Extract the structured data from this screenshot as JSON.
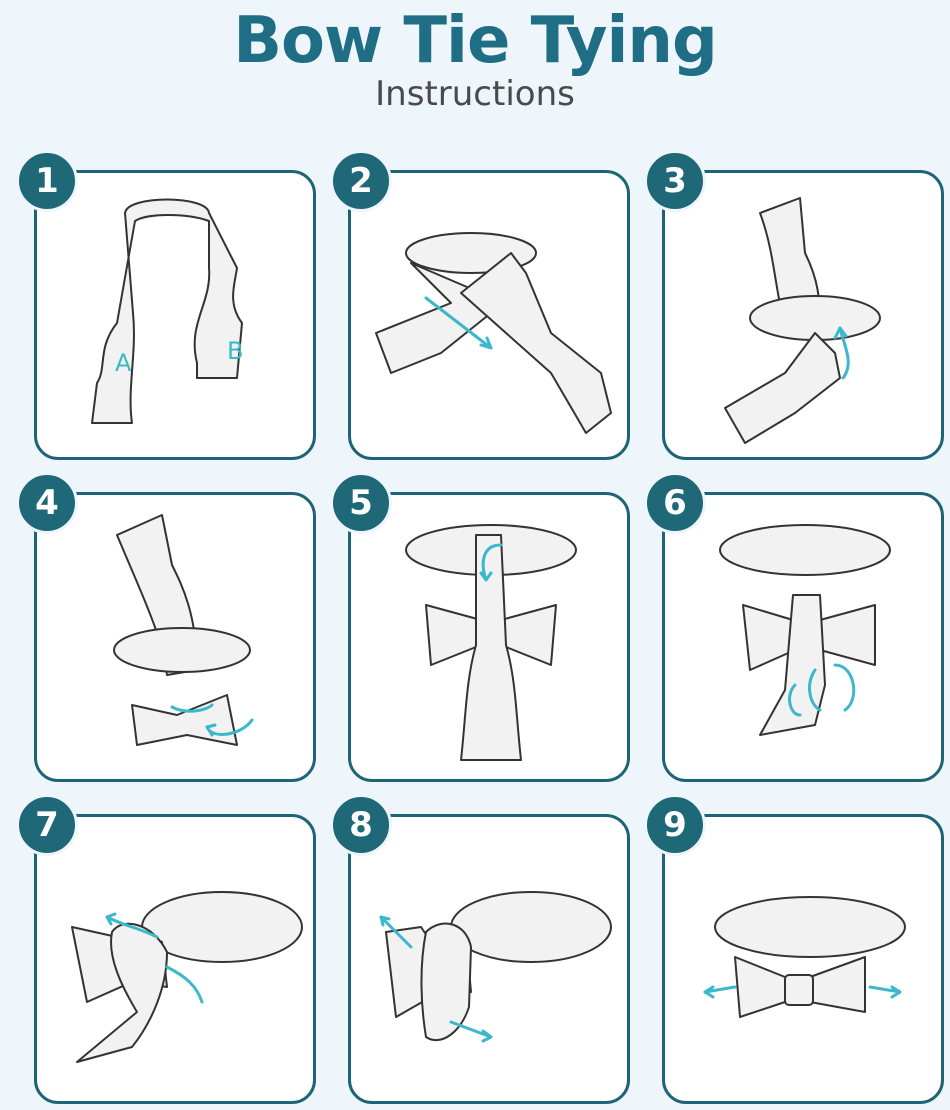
{
  "header": {
    "title": "Bow Tie Tying",
    "subtitle": "Instructions"
  },
  "steps": [
    {
      "number": "1",
      "labels": [
        "A",
        "B"
      ]
    },
    {
      "number": "2"
    },
    {
      "number": "3"
    },
    {
      "number": "4"
    },
    {
      "number": "5"
    },
    {
      "number": "6"
    },
    {
      "number": "7"
    },
    {
      "number": "8"
    },
    {
      "number": "9"
    }
  ],
  "colors": {
    "title": "#1f6e85",
    "frame": "#1e6478",
    "badge": "#1f6878",
    "arrow": "#3bb8c9"
  }
}
